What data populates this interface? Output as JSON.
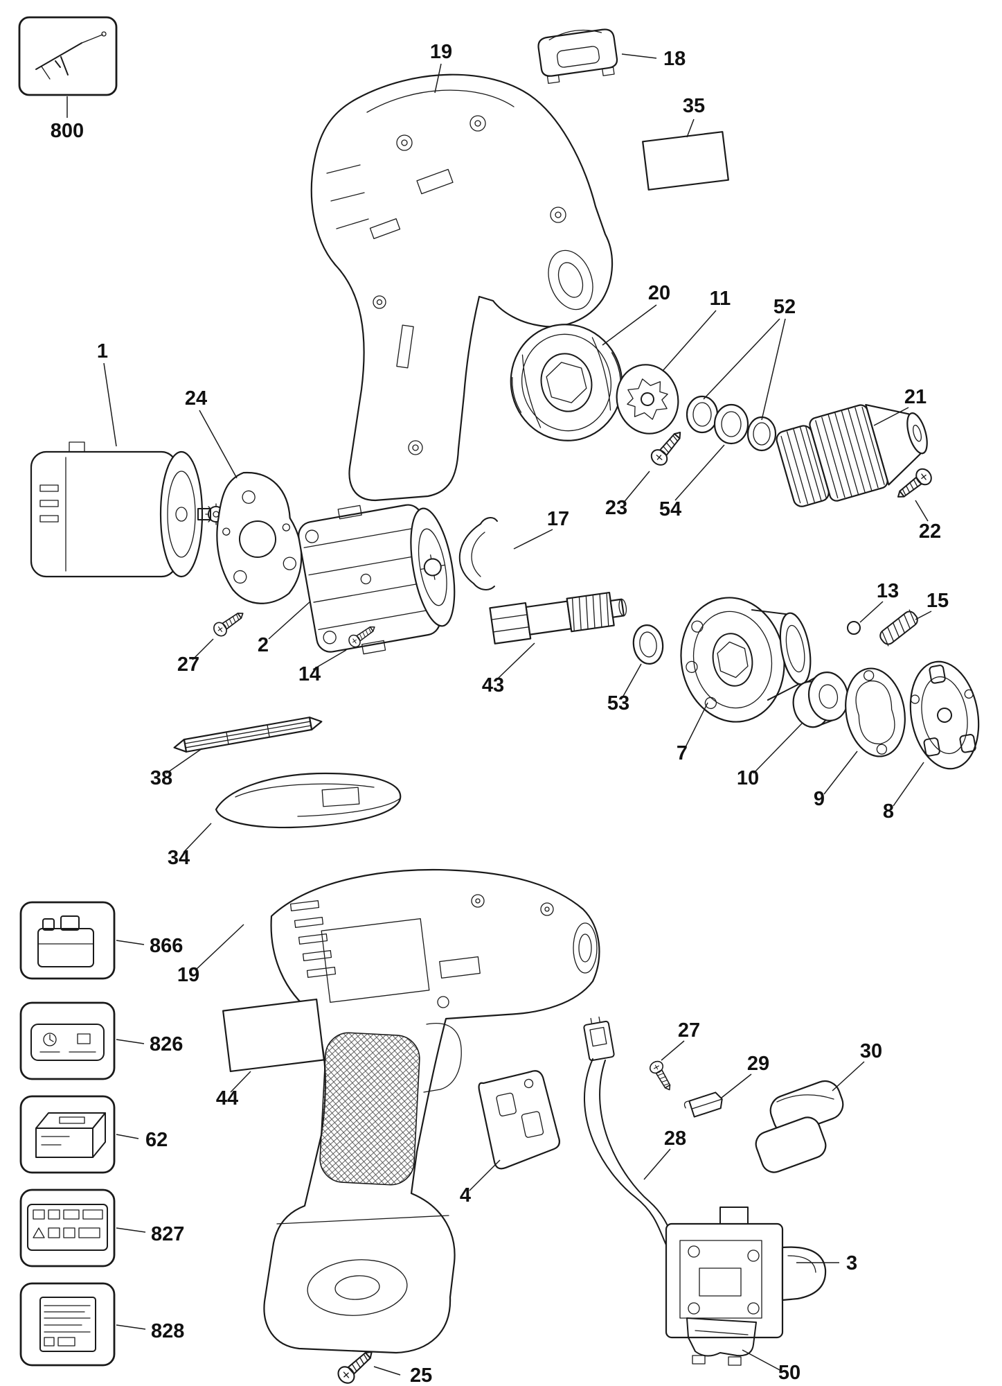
{
  "colors": {
    "background": "#ffffff",
    "line": "#1a1a1a",
    "label": "#111111"
  },
  "diagram_type": "exploded-parts-diagram-cordless-drill",
  "callouts": {
    "kit_800": {
      "label": "800"
    },
    "housing_top_19": {
      "label": "19"
    },
    "battery_release_18": {
      "label": "18"
    },
    "label_35": {
      "label": "35"
    },
    "collar_20": {
      "label": "20"
    },
    "clutch_plate_11": {
      "label": "11"
    },
    "washers_52": {
      "label": "52"
    },
    "chuck_21": {
      "label": "21"
    },
    "screw_22": {
      "label": "22"
    },
    "screw_23": {
      "label": "23"
    },
    "washer_54": {
      "label": "54"
    },
    "motor_1": {
      "label": "1"
    },
    "end_plate_24": {
      "label": "24"
    },
    "screw_27_left": {
      "label": "27"
    },
    "gearbox_2": {
      "label": "2"
    },
    "screw_14": {
      "label": "14"
    },
    "clip_17": {
      "label": "17"
    },
    "spindle_43": {
      "label": "43"
    },
    "washer_53": {
      "label": "53"
    },
    "clutch_housing_7": {
      "label": "7"
    },
    "sleeve_10": {
      "label": "10"
    },
    "plate_9": {
      "label": "9"
    },
    "plate_8": {
      "label": "8"
    },
    "ball_13": {
      "label": "13"
    },
    "spring_15": {
      "label": "15"
    },
    "bit_38": {
      "label": "38"
    },
    "holder_34": {
      "label": "34"
    },
    "battery_866": {
      "label": "866"
    },
    "housing_bottom_19": {
      "label": "19"
    },
    "label_826": {
      "label": "826"
    },
    "label_44": {
      "label": "44"
    },
    "charger_62": {
      "label": "62"
    },
    "screw_27_right": {
      "label": "27"
    },
    "clip_29": {
      "label": "29"
    },
    "boot_30": {
      "label": "30"
    },
    "wiring_28": {
      "label": "28"
    },
    "label_827": {
      "label": "827"
    },
    "contact_4": {
      "label": "4"
    },
    "switch_3": {
      "label": "3"
    },
    "label_828": {
      "label": "828"
    },
    "bracket_50": {
      "label": "50"
    },
    "screw_25": {
      "label": "25"
    }
  }
}
